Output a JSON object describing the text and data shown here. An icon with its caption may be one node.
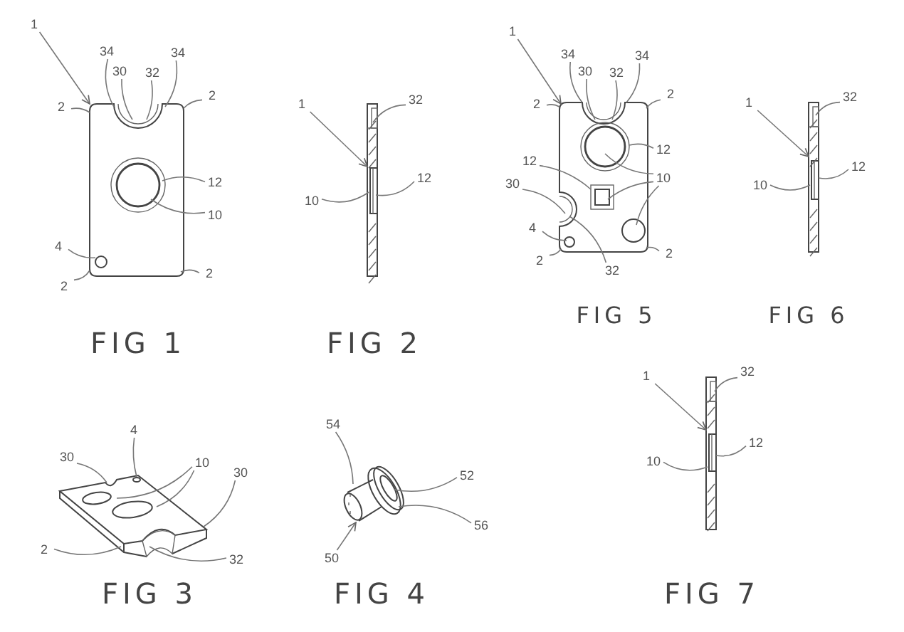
{
  "diagram": {
    "nodes": [
      {
        "text": [
          "1"
        ]
      },
      {
        "text": [
          "34"
        ]
      },
      {
        "text": [
          "30"
        ]
      },
      {
        "text": [
          "32"
        ]
      },
      {
        "text": [
          "34"
        ]
      },
      {
        "text": [
          "2"
        ]
      },
      {
        "text": [
          "2"
        ]
      },
      {
        "text": [
          "12"
        ]
      },
      {
        "text": [
          "10"
        ]
      },
      {
        "text": [
          "4"
        ]
      },
      {
        "text": [
          "2"
        ]
      },
      {
        "text": [
          "2"
        ]
      },
      {
        "text": [
          "1"
        ]
      },
      {
        "text": [
          "32"
        ]
      },
      {
        "text": [
          "12"
        ]
      },
      {
        "text": [
          "10"
        ]
      },
      {
        "text": [
          "1"
        ]
      },
      {
        "text": [
          "34"
        ]
      },
      {
        "text": [
          "30"
        ]
      },
      {
        "text": [
          "32"
        ]
      },
      {
        "text": [
          "34"
        ]
      },
      {
        "text": [
          "2"
        ]
      },
      {
        "text": [
          "2"
        ]
      },
      {
        "text": [
          "12"
        ]
      },
      {
        "text": [
          "12"
        ]
      },
      {
        "text": [
          "10"
        ]
      },
      {
        "text": [
          "30"
        ]
      },
      {
        "text": [
          "4"
        ]
      },
      {
        "text": [
          "2"
        ]
      },
      {
        "text": [
          "32"
        ]
      },
      {
        "text": [
          "2"
        ]
      },
      {
        "text": [
          "1"
        ]
      },
      {
        "text": [
          "32"
        ]
      },
      {
        "text": [
          "12"
        ]
      },
      {
        "text": [
          "10"
        ]
      },
      {
        "text": [
          "4"
        ]
      },
      {
        "text": [
          "30"
        ]
      },
      {
        "text": [
          "10"
        ]
      },
      {
        "text": [
          "30"
        ]
      },
      {
        "text": [
          "2"
        ]
      },
      {
        "text": [
          "32"
        ]
      },
      {
        "text": [
          "54"
        ]
      },
      {
        "text": [
          "52"
        ]
      },
      {
        "text": [
          "56"
        ]
      },
      {
        "text": [
          "50"
        ]
      },
      {
        "text": [
          "1"
        ]
      },
      {
        "text": [
          "32"
        ]
      },
      {
        "text": [
          "12"
        ]
      },
      {
        "text": [
          "10"
        ]
      },
      {
        "text": [],
        "shape": "picture"
      },
      {
        "text": [],
        "shape": "picture"
      },
      {
        "text": [],
        "shape": "picture"
      },
      {
        "text": [],
        "shape": "picture"
      },
      {
        "text": [],
        "shape": "picture"
      },
      {
        "text": [],
        "shape": "picture"
      },
      {
        "text": [],
        "shape": "picture"
      }
    ],
    "edges": [
      {
        "from": 0,
        "to": 49,
        "arrow": "to"
      },
      {
        "from": 1,
        "to": 49,
        "arrow": "none"
      },
      {
        "from": 2,
        "to": 49,
        "arrow": "none"
      },
      {
        "from": 3,
        "to": 49,
        "arrow": "none"
      },
      {
        "from": 4,
        "to": 49,
        "arrow": "none"
      },
      {
        "from": 5,
        "to": 49,
        "arrow": "none"
      },
      {
        "from": 6,
        "to": 49,
        "arrow": "none"
      },
      {
        "from": 7,
        "to": 49,
        "arrow": "none"
      },
      {
        "from": 8,
        "to": 49,
        "arrow": "none"
      },
      {
        "from": 9,
        "to": 49,
        "arrow": "none"
      },
      {
        "from": 10,
        "to": 49,
        "arrow": "none"
      },
      {
        "from": 11,
        "to": 49,
        "arrow": "none"
      },
      {
        "from": 12,
        "to": 50,
        "arrow": "to"
      },
      {
        "from": 13,
        "to": 50,
        "arrow": "none"
      },
      {
        "from": 14,
        "to": 50,
        "arrow": "none"
      },
      {
        "from": 15,
        "to": 50,
        "arrow": "none"
      },
      {
        "from": 16,
        "to": 51,
        "arrow": "to"
      },
      {
        "from": 17,
        "to": 51,
        "arrow": "none"
      },
      {
        "from": 18,
        "to": 51,
        "arrow": "none"
      },
      {
        "from": 19,
        "to": 51,
        "arrow": "none"
      },
      {
        "from": 20,
        "to": 51,
        "arrow": "none"
      },
      {
        "from": 21,
        "to": 51,
        "arrow": "none"
      },
      {
        "from": 22,
        "to": 51,
        "arrow": "none"
      },
      {
        "from": 23,
        "to": 51,
        "arrow": "none"
      },
      {
        "from": 24,
        "to": 51,
        "arrow": "none"
      },
      {
        "from": 25,
        "to": 51,
        "arrow": "none"
      },
      {
        "from": 25,
        "to": 51,
        "arrow": "none"
      },
      {
        "from": 25,
        "to": 51,
        "arrow": "none"
      },
      {
        "from": 26,
        "to": 51,
        "arrow": "none"
      },
      {
        "from": 27,
        "to": 51,
        "arrow": "none"
      },
      {
        "from": 28,
        "to": 51,
        "arrow": "none"
      },
      {
        "from": 29,
        "to": 51,
        "arrow": "none"
      },
      {
        "from": 30,
        "to": 51,
        "arrow": "none"
      },
      {
        "from": 31,
        "to": 52,
        "arrow": "to"
      },
      {
        "from": 32,
        "to": 52,
        "arrow": "none"
      },
      {
        "from": 33,
        "to": 52,
        "arrow": "none"
      },
      {
        "from": 34,
        "to": 52,
        "arrow": "none"
      },
      {
        "from": 35,
        "to": 53,
        "arrow": "none"
      },
      {
        "from": 36,
        "to": 53,
        "arrow": "none"
      },
      {
        "from": 37,
        "to": 53,
        "arrow": "none"
      },
      {
        "from": 37,
        "to": 53,
        "arrow": "none"
      },
      {
        "from": 38,
        "to": 53,
        "arrow": "none"
      },
      {
        "from": 39,
        "to": 53,
        "arrow": "none"
      },
      {
        "from": 40,
        "to": 53,
        "arrow": "none"
      },
      {
        "from": 41,
        "to": 54,
        "arrow": "none"
      },
      {
        "from": 42,
        "to": 54,
        "arrow": "none"
      },
      {
        "from": 43,
        "to": 54,
        "arrow": "none"
      },
      {
        "from": 44,
        "to": 54,
        "arrow": "to"
      },
      {
        "from": 45,
        "to": 55,
        "arrow": "to"
      },
      {
        "from": 46,
        "to": 55,
        "arrow": "none"
      },
      {
        "from": 47,
        "to": 55,
        "arrow": "none"
      },
      {
        "from": 48,
        "to": 55,
        "arrow": "none"
      }
    ],
    "labels": [
      "FIG 1",
      "FIG 2",
      "FIG 5",
      "FIG 6",
      "FIG 3",
      "FIG 4",
      "FIG 7"
    ]
  }
}
